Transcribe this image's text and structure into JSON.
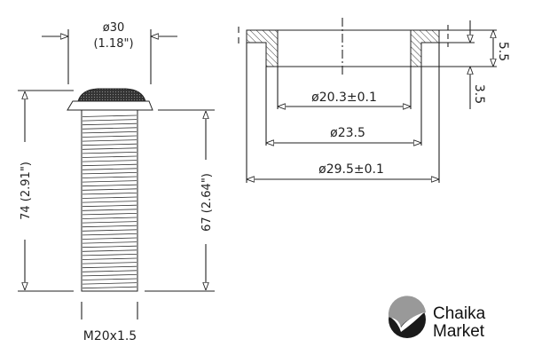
{
  "left_view": {
    "diameter": "ø30",
    "diameter_in": "(1.18\")",
    "total_height": "74 (2.91\")",
    "thread_length": "67 (2.64\")",
    "thread_spec": "M20x1.5"
  },
  "section_view": {
    "inner_diameter": "ø20.3±0.1",
    "mid_diameter": "ø23.5",
    "outer_diameter": "ø29.5±0.1",
    "total_depth": "5.5",
    "step_depth": "3.5"
  },
  "logo": {
    "line1": "Chaika",
    "line2": "Market"
  }
}
